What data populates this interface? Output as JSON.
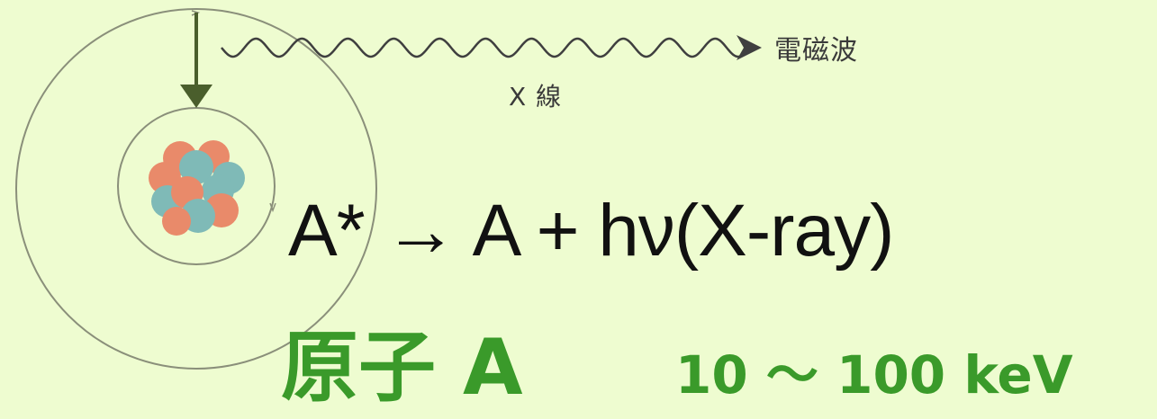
{
  "diagram": {
    "labels": {
      "electromagnetic_wave": "電磁波",
      "x_ray": "X 線"
    },
    "equation": "A* → A + hν(X-ray)",
    "atom_label": "原子 A",
    "energy_range": "10 〜 100 keV"
  },
  "colors": {
    "background": "#eefcd0",
    "arrow": "#4a5e2c",
    "orbit": "#8a8f7a",
    "proton": "#e98a6a",
    "neutron": "#7fbab7",
    "label_green": "#3a9a2a"
  },
  "icons": [
    "atom-nucleus-icon",
    "electron-transition-arrow-icon",
    "wave-arrow-icon"
  ]
}
